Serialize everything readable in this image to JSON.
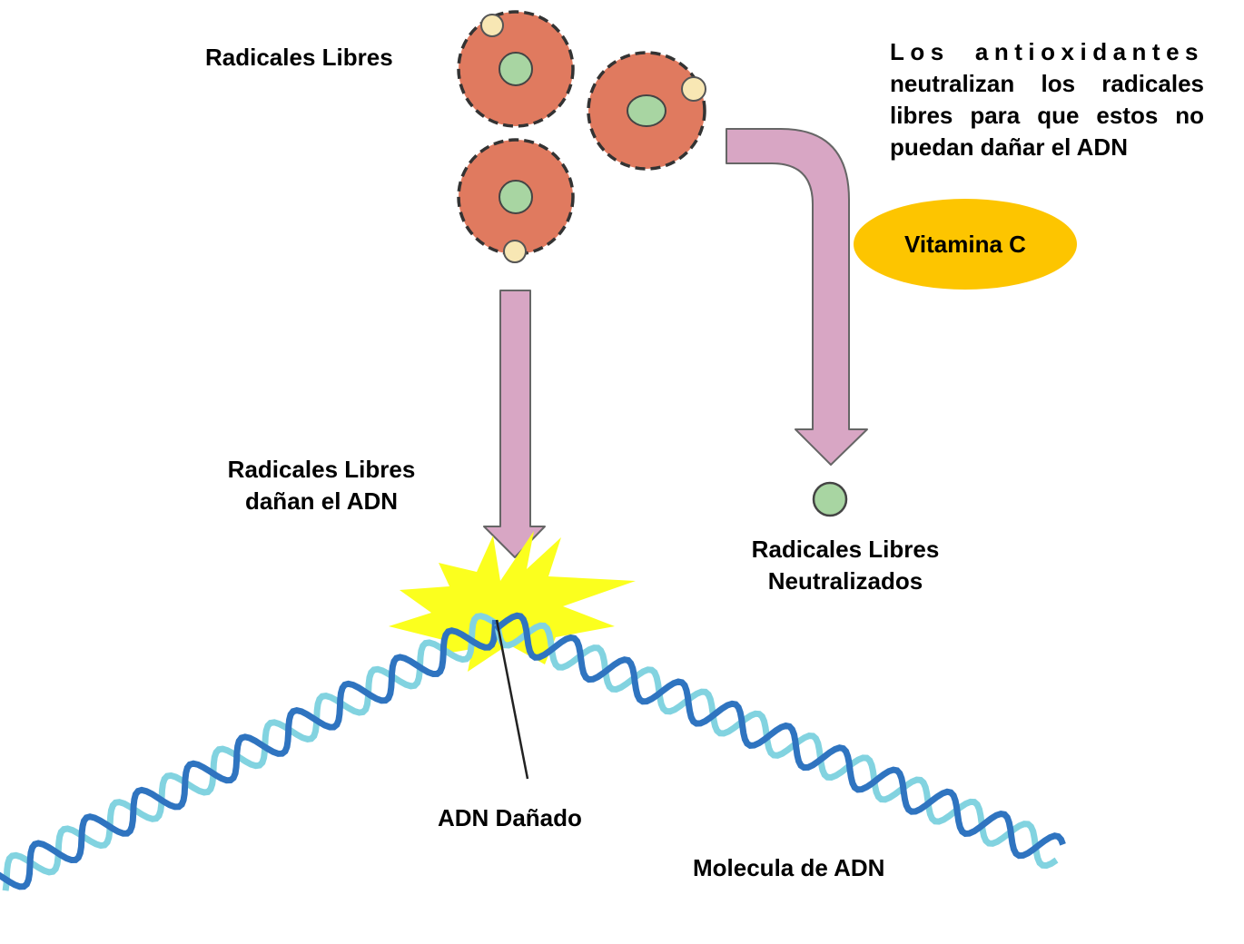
{
  "labels": {
    "free_radicals": "Radicales Libres",
    "damage_line1": "Radicales Libres",
    "damage_line2": "dañan el ADN",
    "neutralized_line1": "Radicales Libres",
    "neutralized_line2": "Neutralizados",
    "damaged_dna": "ADN Dañado",
    "dna_molecule": "Molecula de ADN",
    "vitamin": "Vitamina C"
  },
  "info_lines": [
    "Los antioxidantes",
    "neutralizan los radicales",
    "libres para que estos no",
    "puedan dañar el ADN"
  ],
  "colors": {
    "radical_body": "#e07a5f",
    "radical_nucleus": "#a8d5a2",
    "radical_electron": "#f8e7b4",
    "arrow": "#d8a6c4",
    "vitamin_ellipse": "#fdc500",
    "burst": "#fbff1e",
    "dna_dark": "#2f74c0",
    "dna_light": "#82d3e0"
  }
}
